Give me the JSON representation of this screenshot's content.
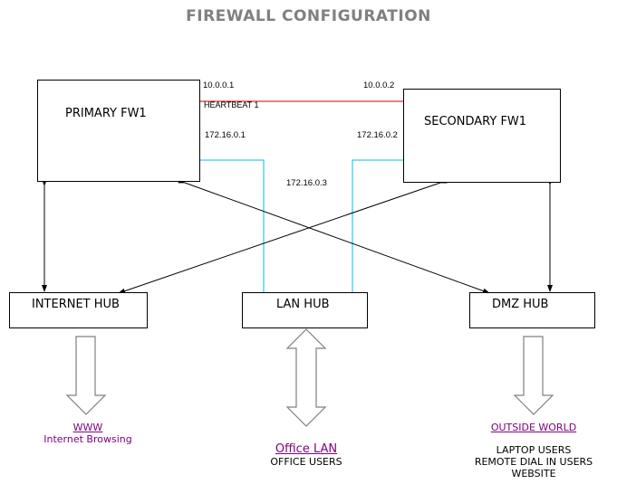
{
  "title": "FIREWALL CONFIGURATION",
  "firewalls": {
    "primary": {
      "label": "PRIMARY FW1",
      "heartbeat_ip": "10.0.0.1",
      "lan_ip": "172.16.0.1"
    },
    "secondary": {
      "label": "SECONDARY FW1",
      "heartbeat_ip": "10.0.0.2",
      "lan_ip": "172.16.0.2"
    }
  },
  "heartbeat": {
    "label": "HEARTBEAT 1",
    "color": "#cc0000"
  },
  "lan_link": {
    "ip": "172.16.0.3",
    "color": "#00bfe0"
  },
  "hubs": {
    "internet": {
      "label": "INTERNET HUB"
    },
    "lan": {
      "label": "LAN HUB"
    },
    "dmz": {
      "label": "DMZ HUB"
    }
  },
  "destinations": {
    "internet": {
      "link": "WWW",
      "desc": "Internet Browsing"
    },
    "lan": {
      "link": "Office LAN",
      "desc": "OFFICE USERS"
    },
    "dmz": {
      "link": "OUTSIDE WORLD",
      "desc": [
        "LAPTOP USERS",
        "REMOTE DIAL IN USERS",
        "WEBSITE"
      ]
    }
  },
  "colors": {
    "link": "#800080",
    "title": "#808080",
    "block_arrow": "#808080"
  }
}
